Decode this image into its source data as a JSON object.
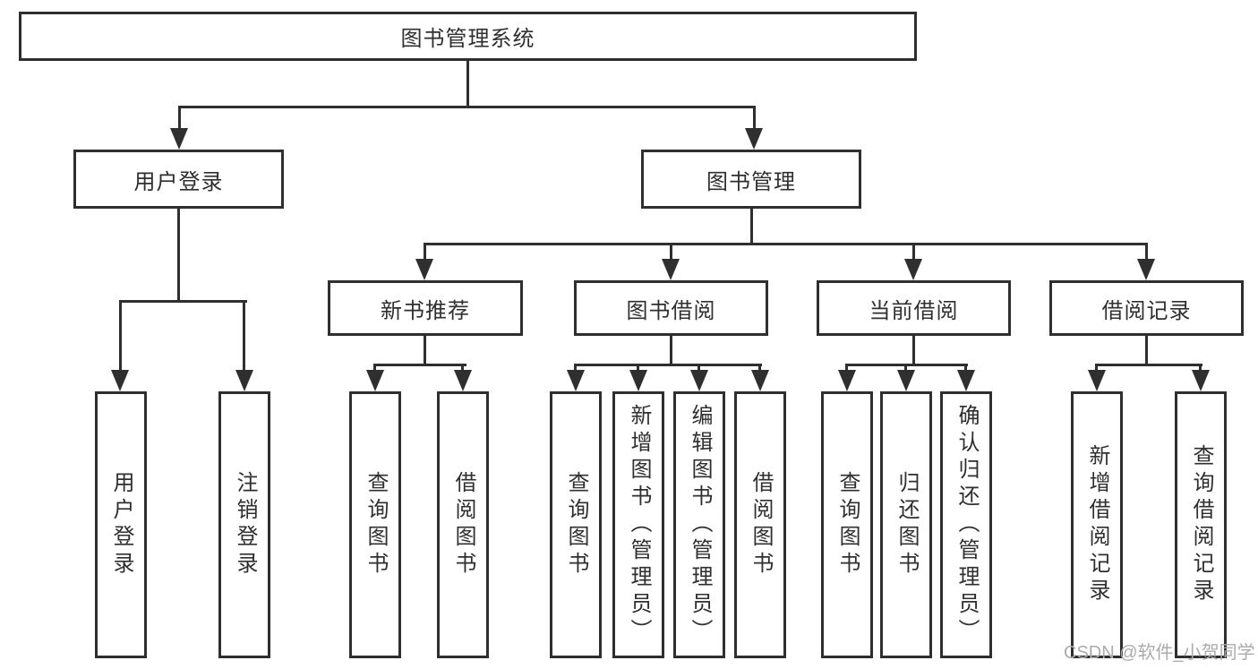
{
  "diagram": {
    "root": "图书管理系统",
    "level2": [
      "用户登录",
      "图书管理"
    ],
    "level3": [
      "新书推荐",
      "图书借阅",
      "当前借阅",
      "借阅记录"
    ],
    "leaves_user_login": [
      "用户登录",
      "注销登录"
    ],
    "leaves_new_book": [
      "查询图书",
      "借阅图书"
    ],
    "leaves_book_borrow": [
      "查询图书",
      "新增图书（管理员）",
      "编辑图书（管理员）",
      "借阅图书"
    ],
    "leaves_current_borrow": [
      "查询图书",
      "归还图书",
      "确认归还（管理员）"
    ],
    "leaves_borrow_record": [
      "新增借阅记录",
      "查询借阅记录"
    ]
  },
  "watermark": "CSDN @软件_小贺同学",
  "colors": {
    "line": "#2f2f2f",
    "text": "#2f2f2f",
    "box_background": "#ffffff",
    "watermark": "#ababab",
    "background": "#ffffff"
  }
}
